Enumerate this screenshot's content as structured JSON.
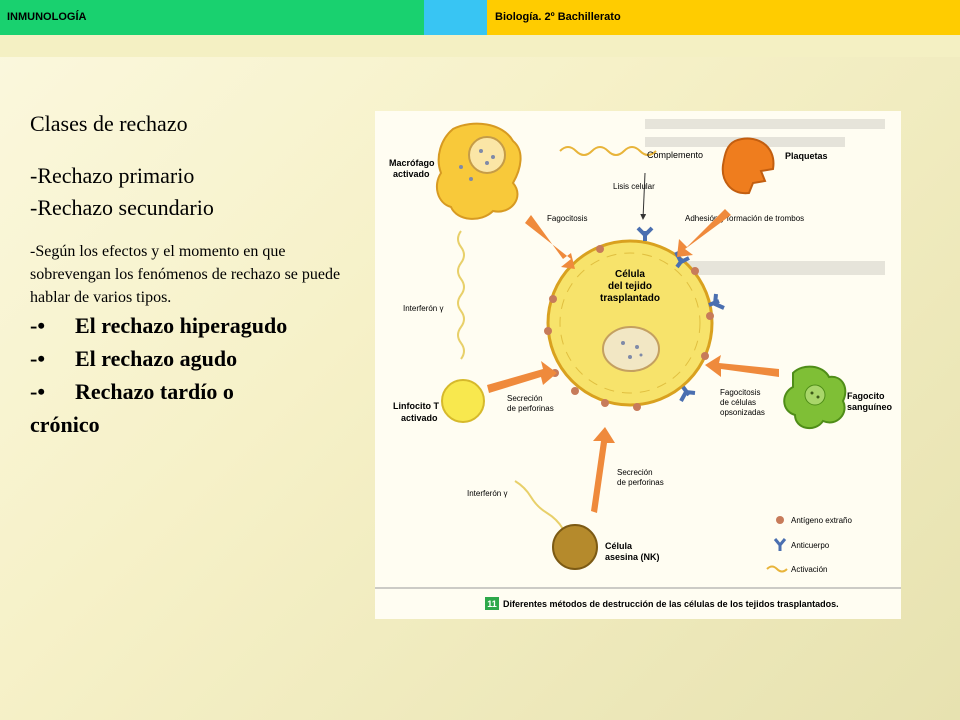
{
  "header": {
    "left_title": "INMUNOLOGÍA",
    "right_title": "Biología. 2º Bachillerato",
    "colors": {
      "green": "#19d16f",
      "cyan": "#38c5f3",
      "yellow": "#ffcc00"
    }
  },
  "content": {
    "heading": "Clases de rechazo",
    "types": [
      "-Rechazo primario",
      "-Rechazo secundario"
    ],
    "paragraph": "-Según los efectos y el momento en que sobrevengan los fenómenos de rechazo se puede hablar de varios tipos.",
    "bullets": [
      {
        "prefix": "-•",
        "text": "El rechazo hiperagudo"
      },
      {
        "prefix": "-•",
        "text": "El rechazo agudo"
      },
      {
        "prefix": "-•",
        "text": "Rechazo tardío o"
      }
    ],
    "bullet_continuation": "crónico"
  },
  "figure": {
    "labels": {
      "macrofago_1": "Macrófago",
      "macrofago_2": "activado",
      "complemento": "Complemento",
      "plaquetas": "Plaquetas",
      "lisis": "Lisis celular",
      "fagocitosis": "Fagocitosis",
      "adhesion": "Adhesión y formación de trombos",
      "cell_1": "Célula",
      "cell_2": "del tejido",
      "cell_3": "trasplantado",
      "interferon_top": "Interferón γ",
      "linfocito_1": "Linfocito T",
      "linfocito_2": "activado",
      "perforinas_left_1": "Secreción",
      "perforinas_left_2": "de perforinas",
      "fagocitosis_op_1": "Fagocitosis",
      "fagocitosis_op_2": "de células",
      "fagocitosis_op_3": "opsonizadas",
      "fagocito_1": "Fagocito",
      "fagocito_2": "sanguíneo",
      "perforinas_bottom_1": "Secreción",
      "perforinas_bottom_2": "de perforinas",
      "interferon_bottom": "Interferón γ",
      "nk_1": "Célula",
      "nk_2": "asesina (NK)"
    },
    "legend": {
      "antigeno": "Antígeno extraño",
      "anticuerpo": "Anticuerpo",
      "activacion": "Activación"
    },
    "caption_number": "11",
    "caption": "Diferentes métodos de destrucción de las células de los tejidos trasplantados.",
    "colors": {
      "cell": "#f7e36b",
      "macrofago": "#f8c93a",
      "plaquetas": "#ef7d1e",
      "fagocito": "#7fbf36",
      "nk": "#b58a2c",
      "arrow": "#ef8a3c",
      "antibody": "#4a6fb0",
      "antigen": "#c77b5a"
    }
  }
}
